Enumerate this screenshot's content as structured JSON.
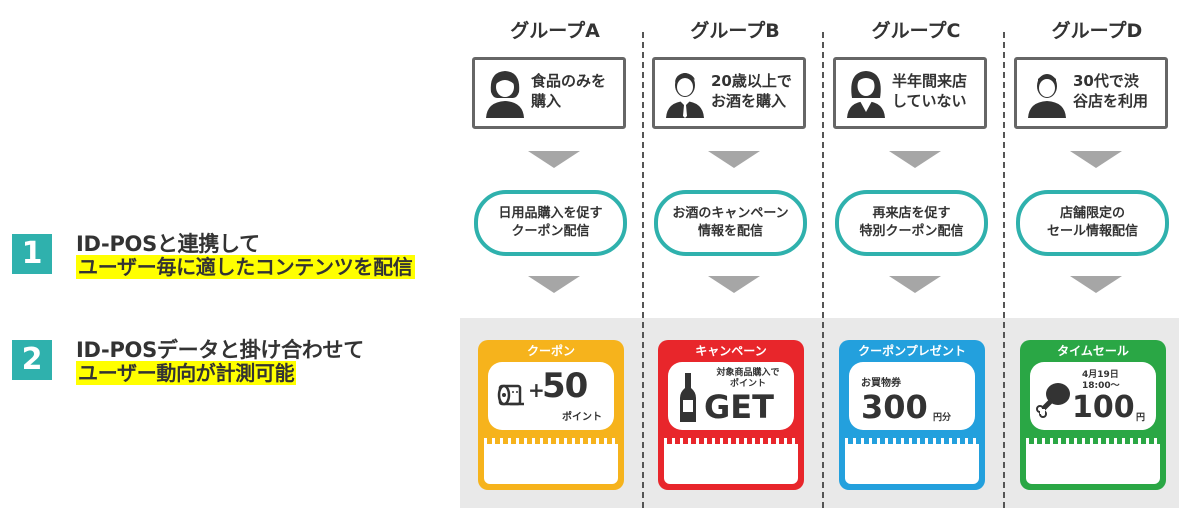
{
  "features": [
    {
      "num": "1",
      "line1": "ID-POSと連携して",
      "line2": "ユーザー毎に適したコンテンツを配信"
    },
    {
      "num": "2",
      "line1": "ID-POSデータと掛け合わせて",
      "line2": "ユーザー動向が計測可能"
    }
  ],
  "groups": [
    {
      "name": "グループA",
      "profile": "食品のみを\n購入",
      "offer": "日用品購入を促す\nクーポン配信",
      "coupon": {
        "title": "クーポン",
        "color": "#f6b31c",
        "plus": "+",
        "big": "50",
        "unit": "ポイント"
      }
    },
    {
      "name": "グループB",
      "profile": "20歳以上で\nお酒を購入",
      "offer": "お酒のキャンペーン\n情報を配信",
      "coupon": {
        "title": "キャンペーン",
        "color": "#e8262b",
        "small": "対象商品購入で\nポイント",
        "big": "GET"
      }
    },
    {
      "name": "グループC",
      "profile": "半年間来店\nしていない",
      "offer": "再来店を促す\n特別クーポン配信",
      "coupon": {
        "title": "クーポンプレゼント",
        "color": "#23a0dd",
        "small": "お買物券",
        "big": "300",
        "unit": "円分"
      }
    },
    {
      "name": "グループD",
      "profile": "30代で渋\n谷店を利用",
      "offer": "店舗限定の\nセール情報配信",
      "coupon": {
        "title": "タイムセール",
        "color": "#2aa745",
        "small": "4月19日\n18:00～",
        "big": "100",
        "unit": "円"
      }
    }
  ],
  "colors": {
    "teal": "#2fb1ad",
    "highlight": "#ffff00",
    "arrow": "#a6a6a6",
    "band": "#e9e9e9"
  }
}
